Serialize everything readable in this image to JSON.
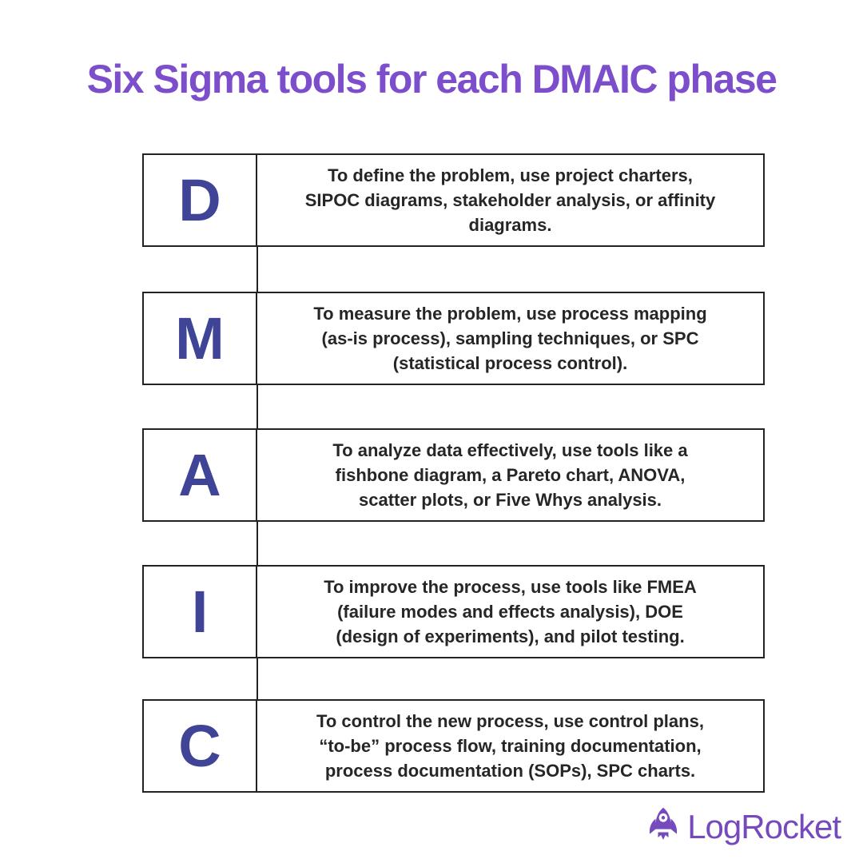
{
  "title": "Six Sigma tools for each DMAIC phase",
  "colors": {
    "title_purple": "#7C4ECC",
    "letter_indigo": "#3F4497",
    "glow_pink": "#CD93D3",
    "border_dark": "#222222",
    "body_text": "#262626",
    "brand_purple": "#764ABC",
    "background": "#FFFFFF"
  },
  "phases": [
    {
      "letter": "D",
      "description": "To define the problem, use project charters,\nSIPOC diagrams, stakeholder analysis, or affinity\ndiagrams."
    },
    {
      "letter": "M",
      "description": "To measure the problem, use process mapping\n(as-is process), sampling techniques, or SPC\n(statistical process control)."
    },
    {
      "letter": "A",
      "description": "To analyze data effectively, use tools like a\nfishbone diagram, a Pareto chart, ANOVA,\nscatter plots, or Five Whys analysis."
    },
    {
      "letter": "I",
      "description": "To improve the process, use tools like FMEA\n(failure modes and effects analysis), DOE\n(design of experiments), and pilot testing."
    },
    {
      "letter": "C",
      "description": "To control the new process, use control plans,\n“to-be” process flow, training documentation,\nprocess documentation (SOPs), SPC charts."
    }
  ],
  "footer": {
    "brand": "LogRocket",
    "icon": "rocket-icon"
  }
}
